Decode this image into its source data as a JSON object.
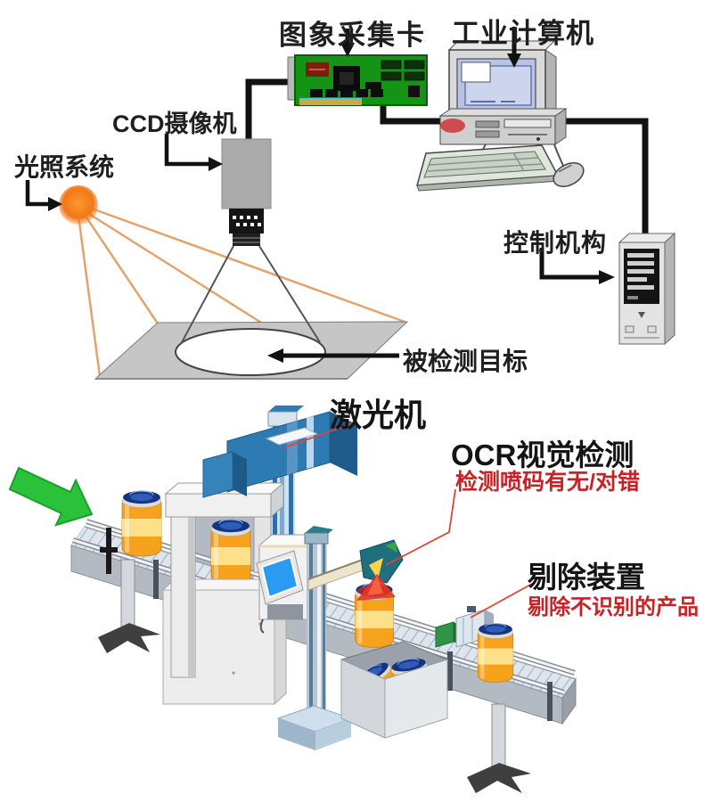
{
  "diagram_top": {
    "capture_card_label": "图象采集卡",
    "computer_label": "工业计算机",
    "camera_label": "CCD摄像机",
    "light_label": "光照系统",
    "controller_label": "控制机构",
    "target_label": "被检测目标"
  },
  "diagram_bottom": {
    "laser_label": "激光机",
    "ocr_title": "OCR视觉检测",
    "ocr_subtitle": "检测喷码有无/对错",
    "reject_title": "剔除装置",
    "reject_subtitle": "剔除不识别的产品"
  },
  "colors": {
    "label_black": "#1f1f1f",
    "red_text": "#c42428",
    "annotation_red": "#e04438",
    "green_arrow": "#2cc13b",
    "laser_blue": "#2e7ab3",
    "bottle_orange": "#f6a21c",
    "cap_navy": "#16357f",
    "screen_blue": "#2b9bf2",
    "pcb_green": "#149414",
    "light_orange": "#f07818"
  }
}
